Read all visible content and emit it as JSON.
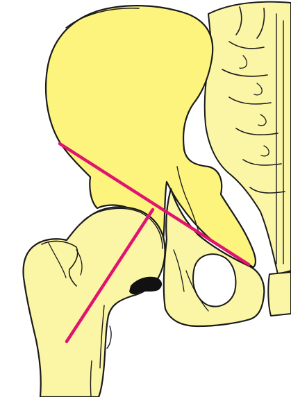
{
  "colors": {
    "bone_fill": "#fbf5a6",
    "ilium_fill": "#fdf47e",
    "outline": "#1a1a1a",
    "guide_line": "#e0146e",
    "shadow_mark": "#111111",
    "background": "#ffffff"
  },
  "structures": [
    "ilium",
    "sacrum",
    "femoral-head",
    "greater-trochanter",
    "femoral-shaft",
    "obturator-foramen",
    "pubis",
    "lesser-trochanter-shadow"
  ]
}
